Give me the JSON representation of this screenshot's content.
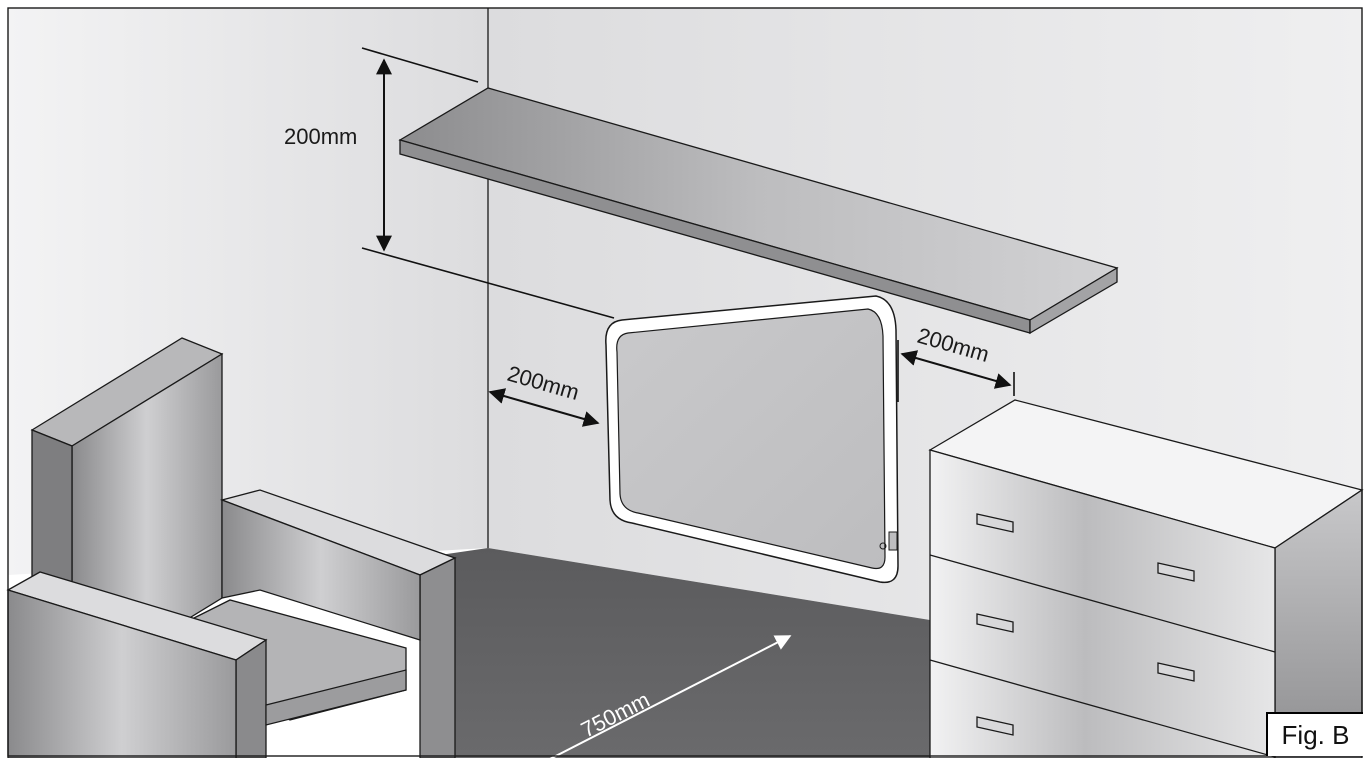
{
  "labels": {
    "shelf_clearance": "200mm",
    "left_clearance": "200mm",
    "right_clearance": "200mm",
    "front_clearance": "750mm",
    "figure": "Fig. B"
  },
  "colors": {
    "floor": "#5e5e60",
    "wall": "#e4e4e6",
    "line": "#1a1a1a"
  }
}
